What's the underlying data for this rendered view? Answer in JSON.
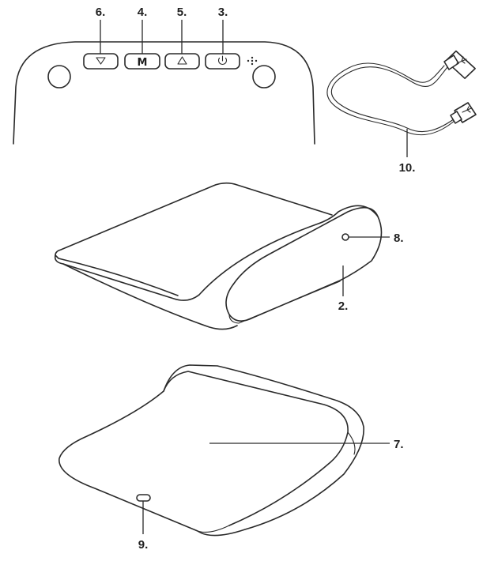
{
  "callouts": {
    "down_button": "6.",
    "mode_button": "4.",
    "up_button": "5.",
    "power_button": "3.",
    "usb_cable": "10.",
    "indicator_led": "8.",
    "side_panel": "2.",
    "charging_surface": "7.",
    "usb_port": "9."
  },
  "buttons": {
    "mode_glyph": "M"
  }
}
